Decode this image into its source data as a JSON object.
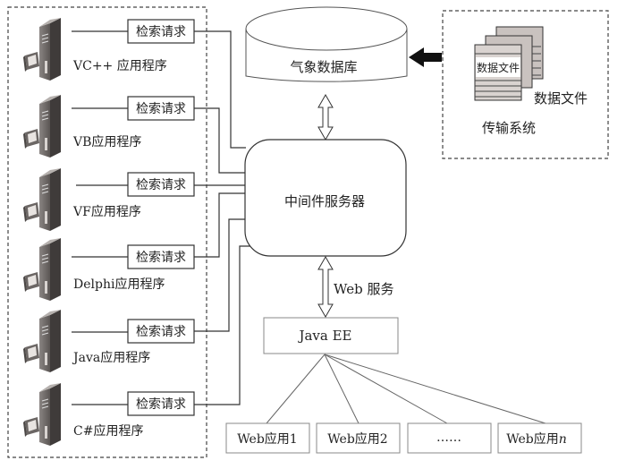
{
  "clients": {
    "request_label": "检索请求",
    "apps": [
      {
        "name": "VC++ 应用程序"
      },
      {
        "name": "VB应用程序"
      },
      {
        "name": "VF应用程序"
      },
      {
        "name": "Delphi应用程序"
      },
      {
        "name": "Java应用程序"
      },
      {
        "name": "C#应用程序"
      }
    ]
  },
  "database": {
    "label": "气象数据库"
  },
  "transfer": {
    "file_on_icon": "数据文件",
    "file_label": "数据文件",
    "system_label": "传输系统"
  },
  "middleware": {
    "label": "中间件服务器"
  },
  "web_service": {
    "label": "Web 服务"
  },
  "javaee": {
    "label": "Java EE"
  },
  "web_apps": [
    {
      "label": "Web应用1"
    },
    {
      "label": "Web应用2"
    },
    {
      "label": "……"
    },
    {
      "label": "Web应用",
      "suffix": "n"
    }
  ]
}
